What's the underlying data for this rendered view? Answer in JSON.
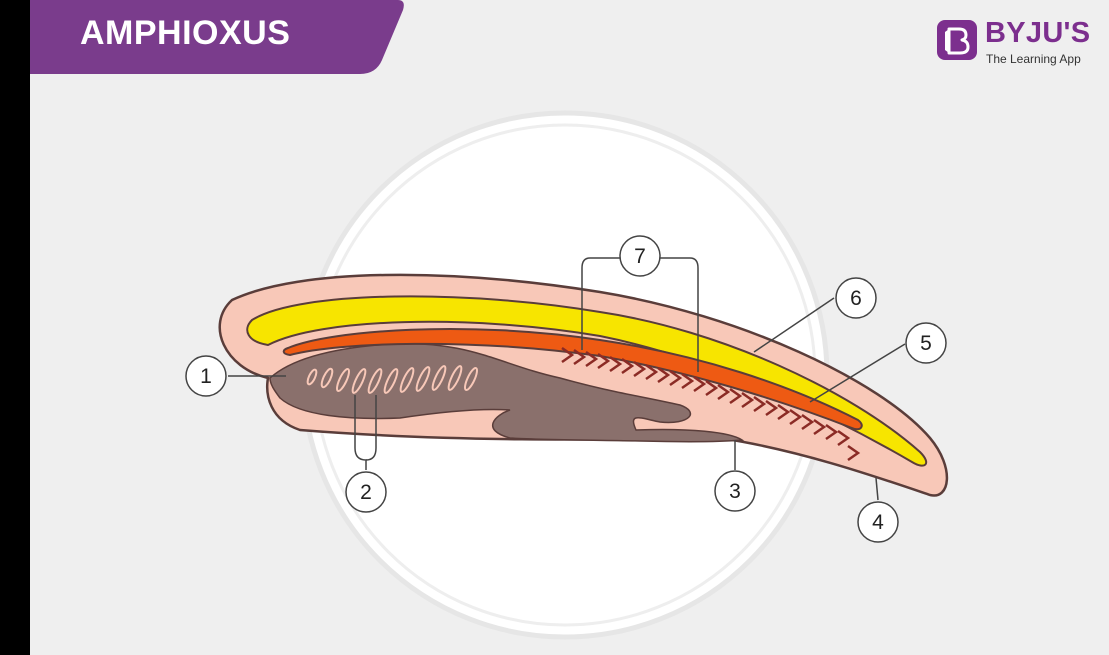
{
  "title": "AMPHIOXUS",
  "logo": {
    "name": "BYJU'S",
    "tagline": "The Learning App",
    "icon": "byjus-b-icon"
  },
  "labels": [
    "1",
    "2",
    "3",
    "4",
    "5",
    "6",
    "7"
  ],
  "colors": {
    "banner": "#7a3c8c",
    "body_fill": "#f8c8b8",
    "pharynx": "#8a706c",
    "nerve_cord": "#f7e500",
    "notochord": "#ee5a13",
    "gill_slits": "#8b2b25",
    "background": "#efefef"
  }
}
